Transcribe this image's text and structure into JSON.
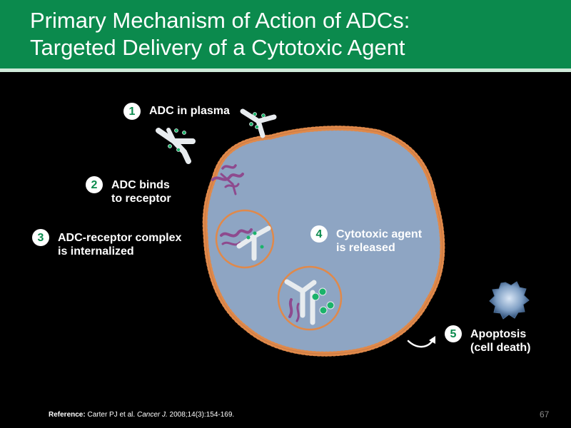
{
  "header": {
    "title_line1": "Primary Mechanism of Action of ADCs:",
    "title_line2": "Targeted Delivery of a Cytotoxic Agent"
  },
  "steps": [
    {
      "number": "1",
      "line1": "ADC in plasma",
      "line2": ""
    },
    {
      "number": "2",
      "line1": "ADC binds",
      "line2": "to receptor"
    },
    {
      "number": "3",
      "line1": "ADC-receptor complex",
      "line2": "is internalized"
    },
    {
      "number": "4",
      "line1": "Cytotoxic agent",
      "line2": "is released"
    },
    {
      "number": "5",
      "line1": "Apoptosis",
      "line2": "(cell death)"
    }
  ],
  "reference": {
    "label": "Reference:",
    "authors": "Carter PJ et al.",
    "journal": "Cancer J.",
    "citation": "2008;14(3):154-169."
  },
  "page_number": "67",
  "colors": {
    "header_green": "#0b8a4d",
    "cell_fill": "#8ea5c3",
    "membrane": "#e0894a",
    "payload": "#1bb36a",
    "receptor": "#8e4a8e"
  }
}
